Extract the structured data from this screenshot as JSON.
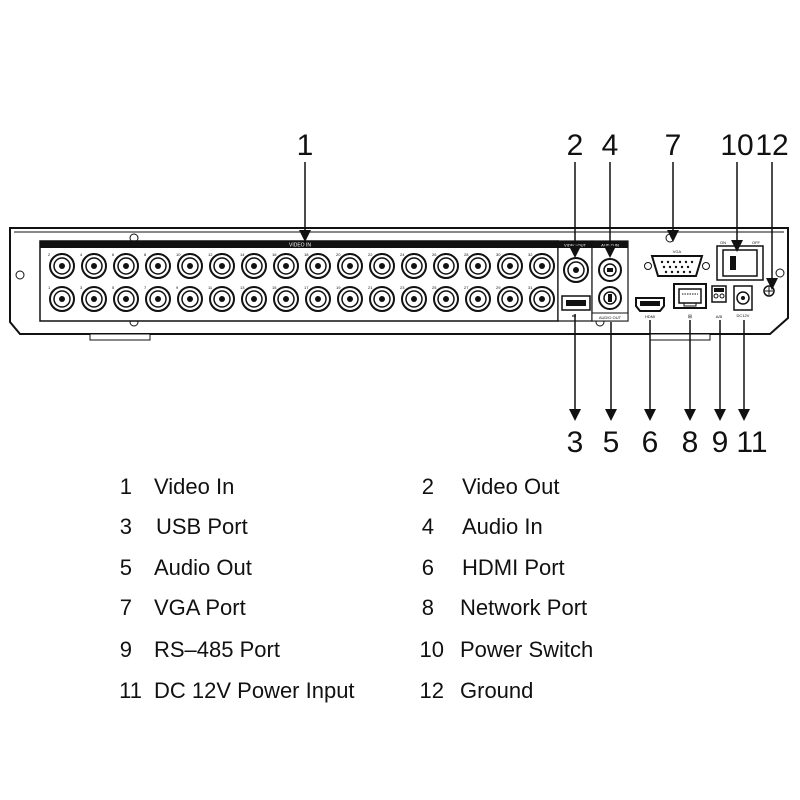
{
  "panel": {
    "video_in_label": "VIDEO IN",
    "video_out_label": "VIDEO OUT",
    "audio_in_label": "AUDIO IN",
    "audio_out_label": "AUDIO OUT",
    "vga_label": "VGA",
    "hdmi_label": "HDMI",
    "on_label": "ON",
    "off_label": "OFF",
    "rs485_label": "A/B",
    "dc_label": "DC12V",
    "video_in_top_numbers": [
      "2",
      "4",
      "6",
      "8",
      "10",
      "12",
      "14",
      "16",
      "18",
      "20",
      "22",
      "24",
      "26",
      "28",
      "30",
      "32"
    ],
    "video_in_bottom_numbers": [
      "1",
      "3",
      "5",
      "7",
      "9",
      "11",
      "13",
      "15",
      "17",
      "19",
      "21",
      "23",
      "25",
      "27",
      "29",
      "31"
    ]
  },
  "callouts": {
    "top": [
      "1",
      "2",
      "4",
      "7",
      "10",
      "12"
    ],
    "bottom": [
      "3",
      "5",
      "6",
      "8",
      "9",
      "11"
    ]
  },
  "legend": [
    {
      "num": "1",
      "label": "Video In"
    },
    {
      "num": "2",
      "label": "Video Out"
    },
    {
      "num": "3",
      "label": "USB Port"
    },
    {
      "num": "4",
      "label": "Audio In"
    },
    {
      "num": "5",
      "label": "Audio Out"
    },
    {
      "num": "6",
      "label": "HDMI Port"
    },
    {
      "num": "7",
      "label": "VGA Port"
    },
    {
      "num": "8",
      "label": "Network Port"
    },
    {
      "num": "9",
      "label": "RS–485 Port"
    },
    {
      "num": "10",
      "label": "Power Switch"
    },
    {
      "num": "11",
      "label": "DC 12V Power Input"
    },
    {
      "num": "12",
      "label": "Ground"
    }
  ]
}
